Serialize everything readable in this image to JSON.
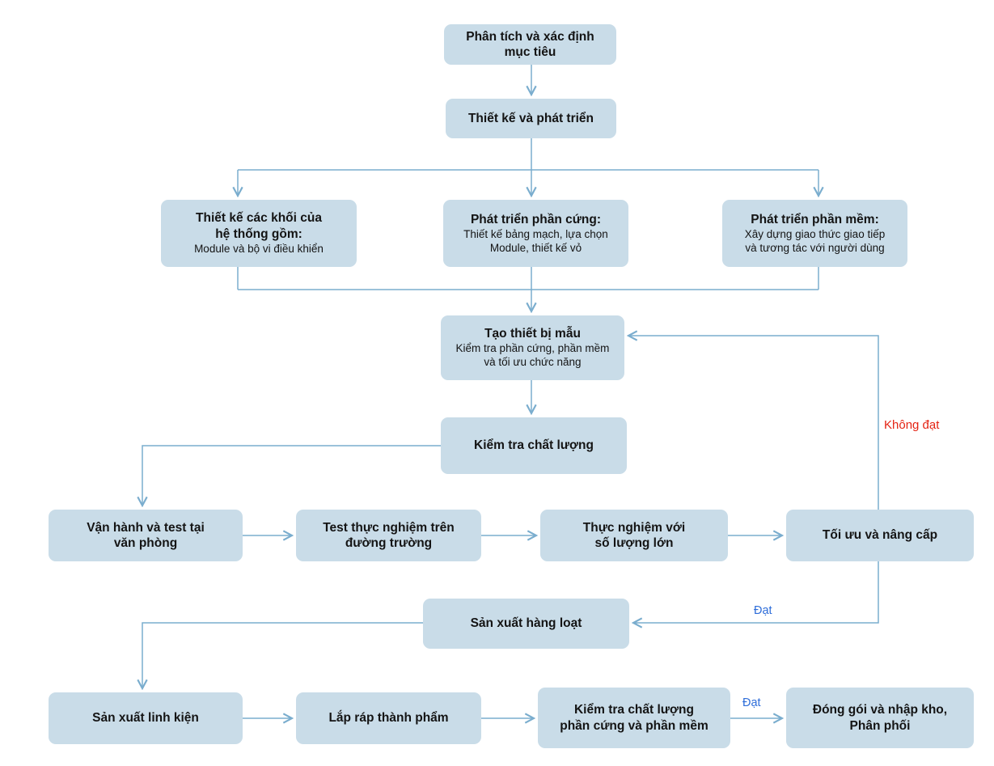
{
  "colors": {
    "node_fill": "#c9dce8",
    "connector": "#7aadce",
    "node_text": "#141414",
    "fail_label": "#e42313",
    "pass_label": "#2e6dd9"
  },
  "nodes": {
    "analyze": {
      "title": "Phân tích và xác định\nmục tiêu"
    },
    "design": {
      "title": "Thiết kế và phát triển"
    },
    "blocks": {
      "title": "Thiết kế các khối của\nhệ thống gồm:",
      "subtitle": "Module và bộ vi điều khiển"
    },
    "hardware": {
      "title": "Phát triển phần cứng:",
      "subtitle": "Thiết kế bảng mạch, lựa chọn\nModule, thiết kế vỏ"
    },
    "software": {
      "title": "Phát triển phần mềm:",
      "subtitle": "Xây dựng giao thức giao tiếp\nvà tương tác với người dùng"
    },
    "prototype": {
      "title": "Tạo thiết bị mẫu",
      "subtitle": "Kiểm tra phần cứng, phần mềm\nvà tối ưu chức năng"
    },
    "quality_check": {
      "title": "Kiểm tra chất lượng"
    },
    "office_test": {
      "title": "Vận hành và test tại\nvăn phòng"
    },
    "road_test": {
      "title": "Test thực nghiệm trên\nđường trường"
    },
    "volume_test": {
      "title": "Thực nghiệm với\nsố lượng lớn"
    },
    "optimize": {
      "title": "Tối ưu và nâng cấp"
    },
    "mass_production": {
      "title": "Sản xuất hàng loạt"
    },
    "components": {
      "title": "Sản xuất linh kiện"
    },
    "assembly": {
      "title": "Lắp ráp thành phẩm"
    },
    "final_quality_check": {
      "title": "Kiểm tra chất lượng\nphần cứng và phần mềm"
    },
    "packaging": {
      "title": "Đóng gói và nhập kho,\nPhân phối"
    }
  },
  "edge_labels": {
    "fail": "Không đạt",
    "pass_to_mass_production": "Đạt",
    "pass_to_packaging": "Đạt"
  }
}
